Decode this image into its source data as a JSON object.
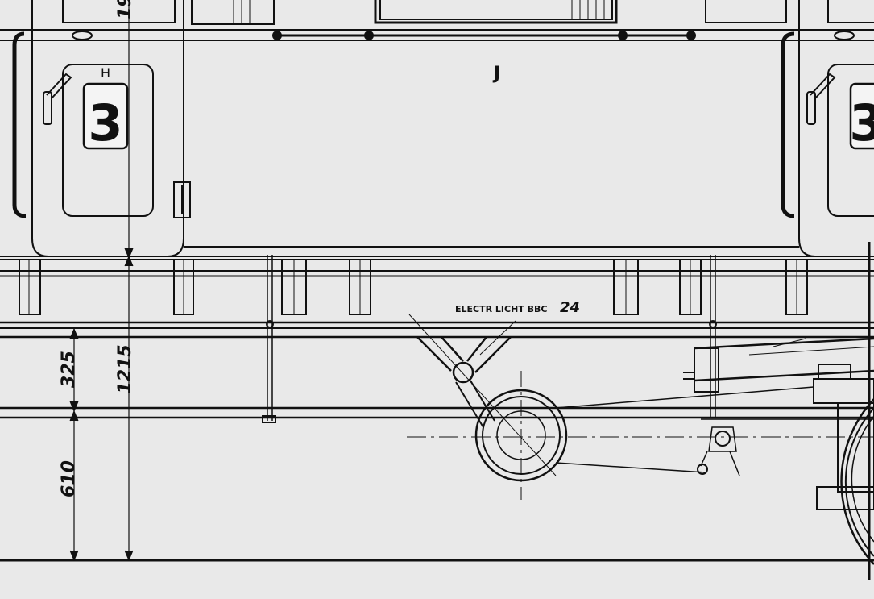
{
  "labels": {
    "compartment_letter": "J",
    "door_letter": "H",
    "class_number": "3",
    "right_class_number": "3",
    "electric_light_note": "ELECTR LICHT BBC",
    "electric_light_number": "24"
  },
  "dimensions": {
    "top_cut": "19",
    "step_to_frame": "325",
    "frame_to_rail": "610",
    "floor_to_rail": "1215"
  },
  "colors": {
    "paper": "#e9e9e9",
    "ink": "#111111",
    "class_plate": "#f4f4f4"
  }
}
